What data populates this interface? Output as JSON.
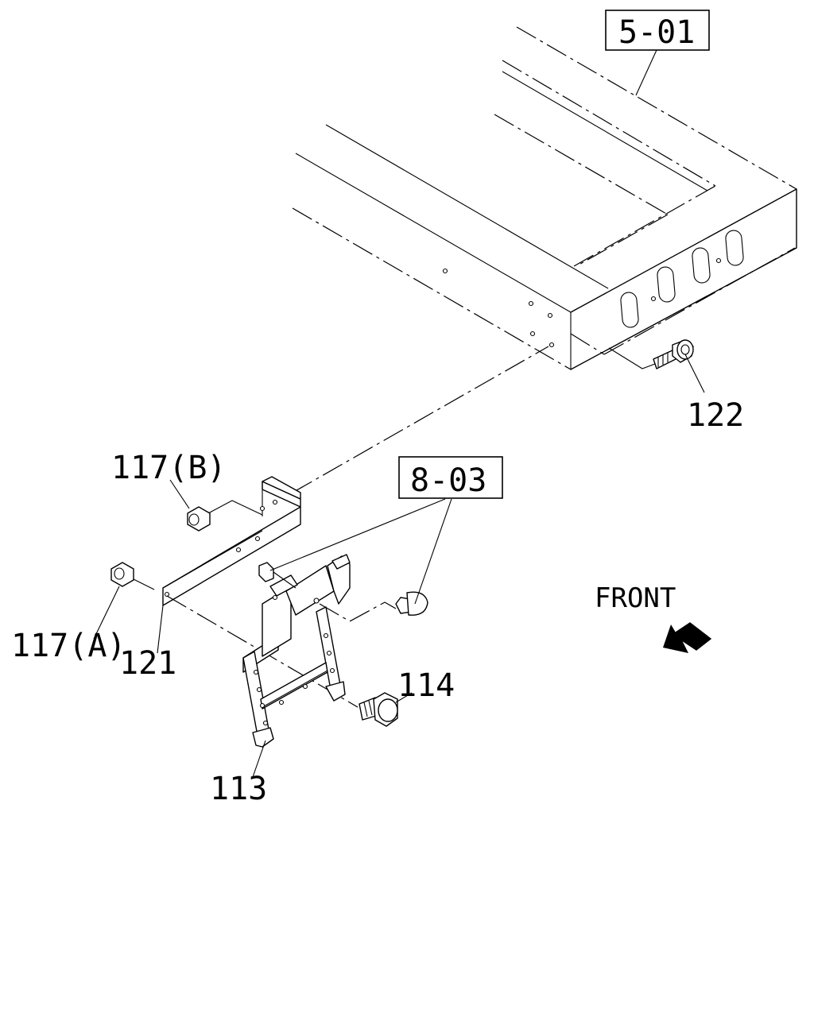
{
  "callouts": {
    "ref_frame": "5-01",
    "ref_lamp": "8-03",
    "bolt_frame": "122",
    "nut_b": "117(B)",
    "nut_a": "117(A)",
    "bracket_arm": "121",
    "bolt_bracket": "114",
    "bracket_main": "113"
  },
  "direction": {
    "label": "FRONT",
    "arrow_icon": "front-direction-arrow-icon"
  }
}
